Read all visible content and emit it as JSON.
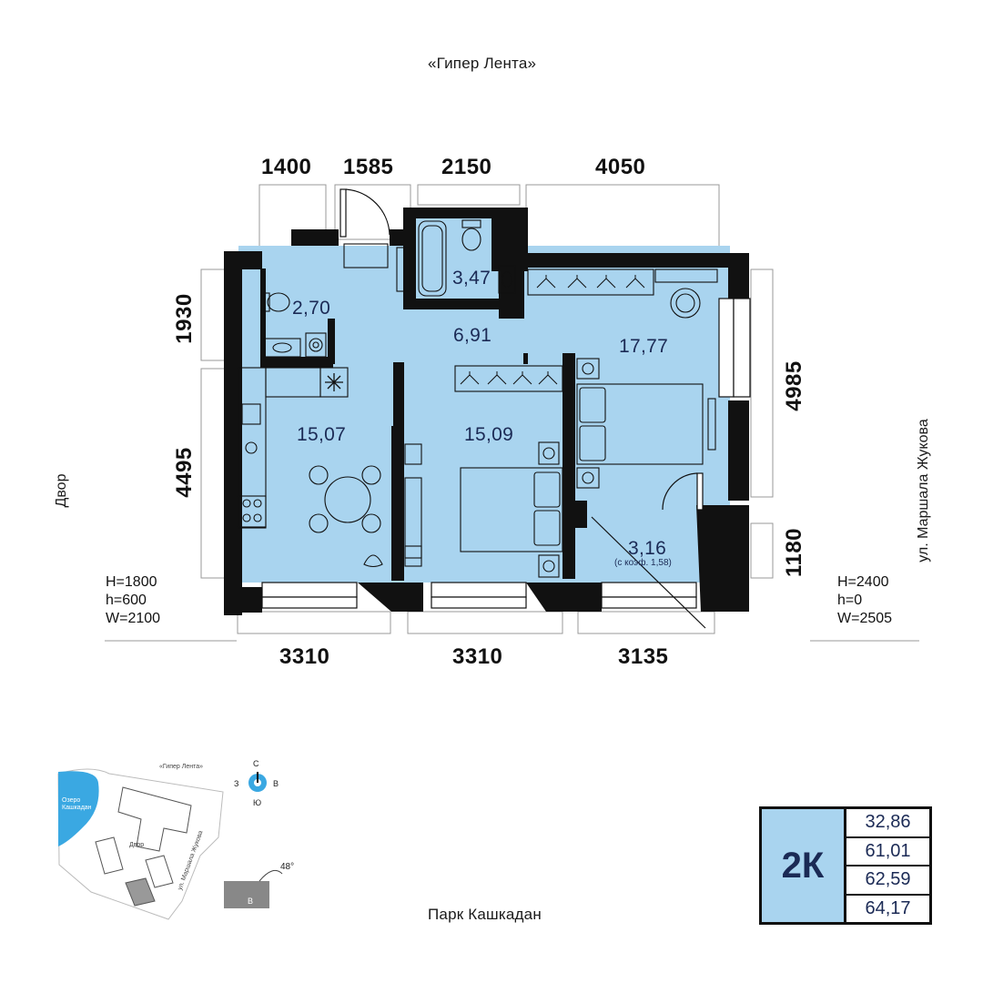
{
  "surroundings": {
    "top": "«Гипер Лента»",
    "bottom": "Парк Кашкадан",
    "left": "Двор",
    "right": "ул. Маршала Жукова"
  },
  "dimensions": {
    "top": [
      "1400",
      "1585",
      "2150",
      "4050"
    ],
    "bottom": [
      "3310",
      "3310",
      "3135"
    ],
    "left": [
      "1930",
      "4495"
    ],
    "right": [
      "4985",
      "1180"
    ]
  },
  "window_notes": {
    "left": "H=1800\nh=600\nW=2100",
    "right": "H=2400\nh=0\nW=2505"
  },
  "rooms": {
    "bath": "3,47",
    "wc": "2,70",
    "hall": "6,91",
    "bedroom_right": "17,77",
    "kitchen": "15,07",
    "bedroom_center": "15,09",
    "balcony": "3,16",
    "balcony_note": "(с коэф. 1,58)"
  },
  "summary": {
    "type": "2К",
    "values": [
      "32,86",
      "61,01",
      "62,59",
      "64,17"
    ]
  },
  "minimap": {
    "top": "«Гипер Лента»",
    "lake": "Озеро Кашкадан",
    "yard": "Двор",
    "street": "ул. Маршала Жукова",
    "angle": "48°",
    "section": "В",
    "compass": {
      "n": "С",
      "s": "Ю",
      "w": "З",
      "e": "В"
    }
  },
  "colors": {
    "room_fill": "#a9d4ef",
    "wall": "#111111",
    "text_area": "#1b2a55"
  }
}
